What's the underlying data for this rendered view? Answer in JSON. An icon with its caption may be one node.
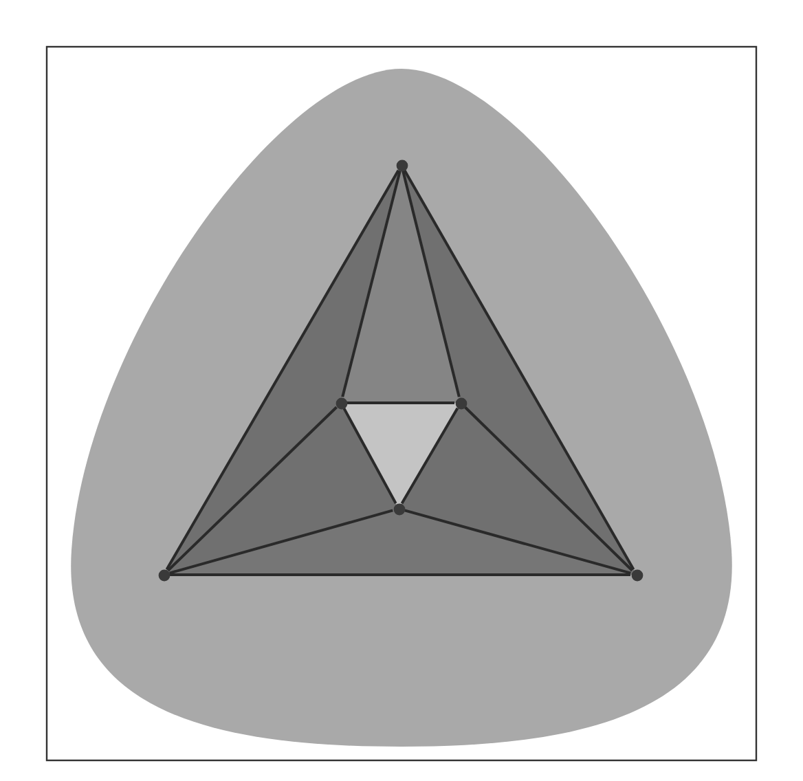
{
  "diagram": {
    "nodes": [
      {
        "text": [],
        "shape": "circle"
      },
      {
        "text": [],
        "shape": "circle"
      },
      {
        "text": [],
        "shape": "circle"
      },
      {
        "text": [],
        "shape": "circle"
      },
      {
        "text": [],
        "shape": "circle"
      },
      {
        "text": [],
        "shape": "circle"
      }
    ],
    "edges": [
      {
        "from": 0,
        "to": 4,
        "arrow": "none"
      },
      {
        "from": 0,
        "to": 5,
        "arrow": "none"
      },
      {
        "from": 0,
        "to": 1,
        "arrow": "none"
      },
      {
        "from": 0,
        "to": 2,
        "arrow": "none"
      },
      {
        "from": 1,
        "to": 2,
        "arrow": "none"
      },
      {
        "from": 1,
        "to": 4,
        "arrow": "none"
      },
      {
        "from": 1,
        "to": 3,
        "arrow": "none"
      },
      {
        "from": 2,
        "to": 3,
        "arrow": "none"
      },
      {
        "from": 2,
        "to": 5,
        "arrow": "none"
      },
      {
        "from": 4,
        "to": 3,
        "arrow": "none"
      },
      {
        "from": 3,
        "to": 5,
        "arrow": "none"
      },
      {
        "from": 4,
        "to": 5,
        "arrow": "none"
      }
    ]
  }
}
